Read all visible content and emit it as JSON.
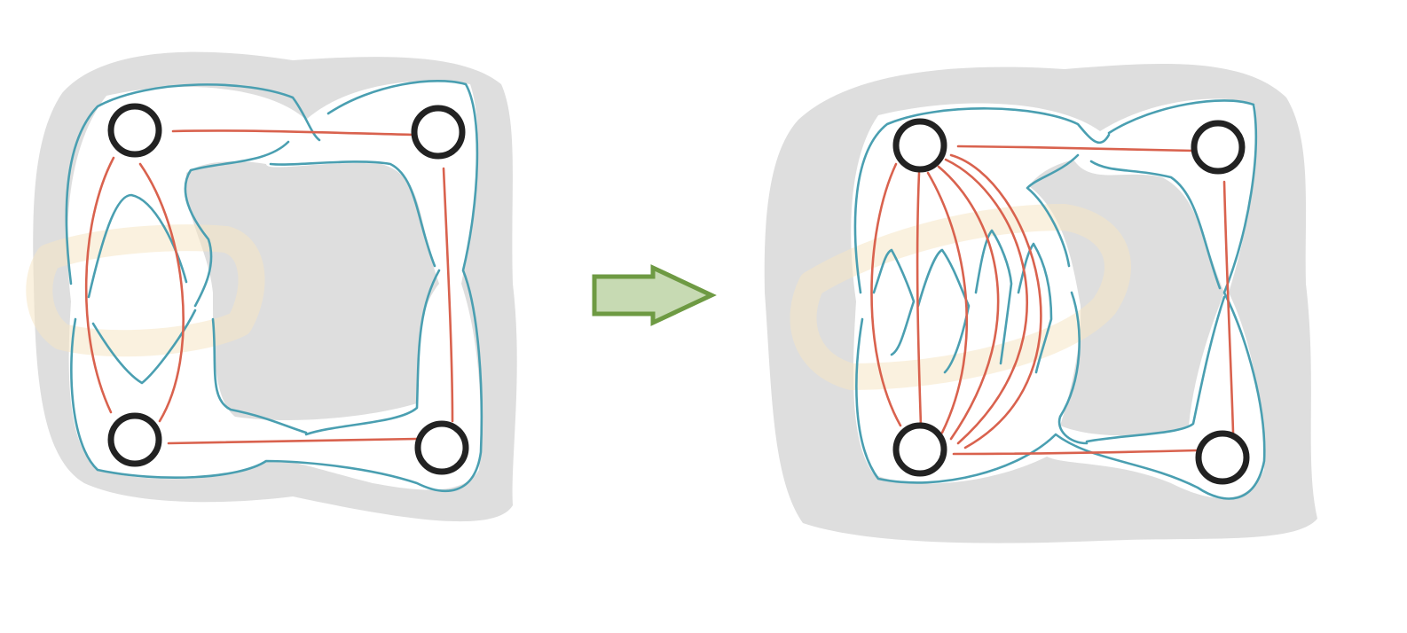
{
  "colors": {
    "background": "#ffffff",
    "region_fill": "#dedede",
    "surface_fill": "#ffffff",
    "contour": "#4a9fb1",
    "edge": "#d9624e",
    "node_stroke": "#222222",
    "node_fill": "#ffffff",
    "highlight_ring": "#f6e6c4",
    "arrow_fill": "#c7dab3",
    "arrow_stroke": "#6e9a43"
  },
  "panels": [
    {
      "id": "before",
      "nodes": 4,
      "parallel_edges_between_left_nodes": 2,
      "highlighted_ring": true
    },
    {
      "id": "after",
      "nodes": 4,
      "parallel_edges_between_left_nodes": 6,
      "highlighted_ring": true
    }
  ],
  "arrow": {
    "icon": "right-block-arrow-icon",
    "direction": "right"
  }
}
